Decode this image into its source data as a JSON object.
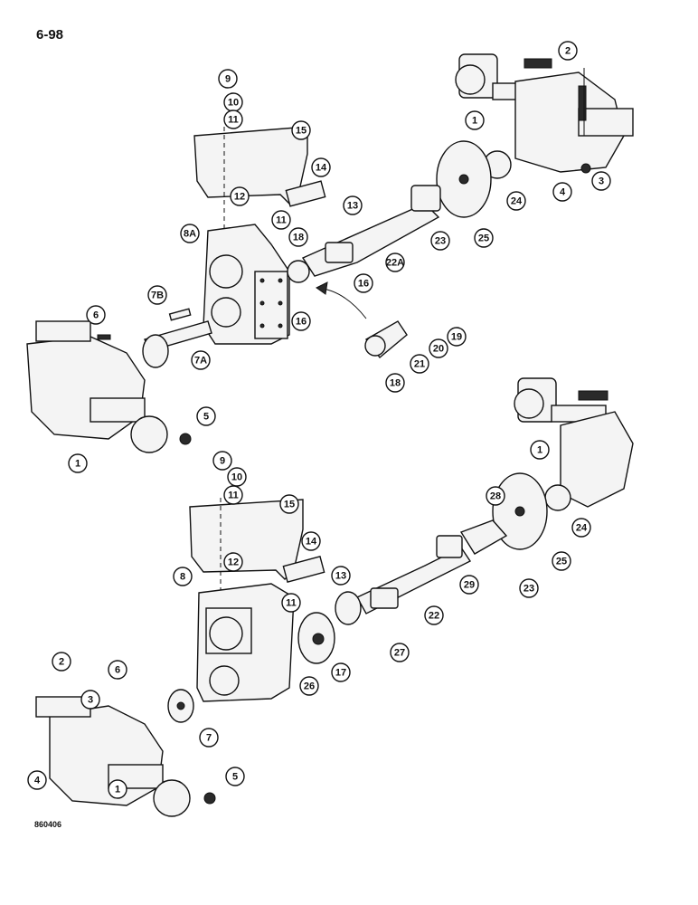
{
  "page": {
    "label": "6-98",
    "figure_code": "860406"
  },
  "callouts": [
    "9",
    "10",
    "11",
    "2",
    "15",
    "1",
    "14",
    "12",
    "13",
    "3",
    "4",
    "24",
    "8A",
    "18",
    "11",
    "23",
    "25",
    "22A",
    "16",
    "7B",
    "16",
    "6",
    "19",
    "20",
    "21",
    "7A",
    "18",
    "5",
    "1",
    "1",
    "9",
    "10",
    "11",
    "15",
    "28",
    "24",
    "14",
    "12",
    "25",
    "13",
    "11",
    "29",
    "23",
    "8",
    "22",
    "27",
    "2",
    "6",
    "3",
    "26",
    "17",
    "7",
    "5",
    "4",
    "1"
  ],
  "colors": {
    "ink": "#111111",
    "paper": "#ffffff"
  }
}
